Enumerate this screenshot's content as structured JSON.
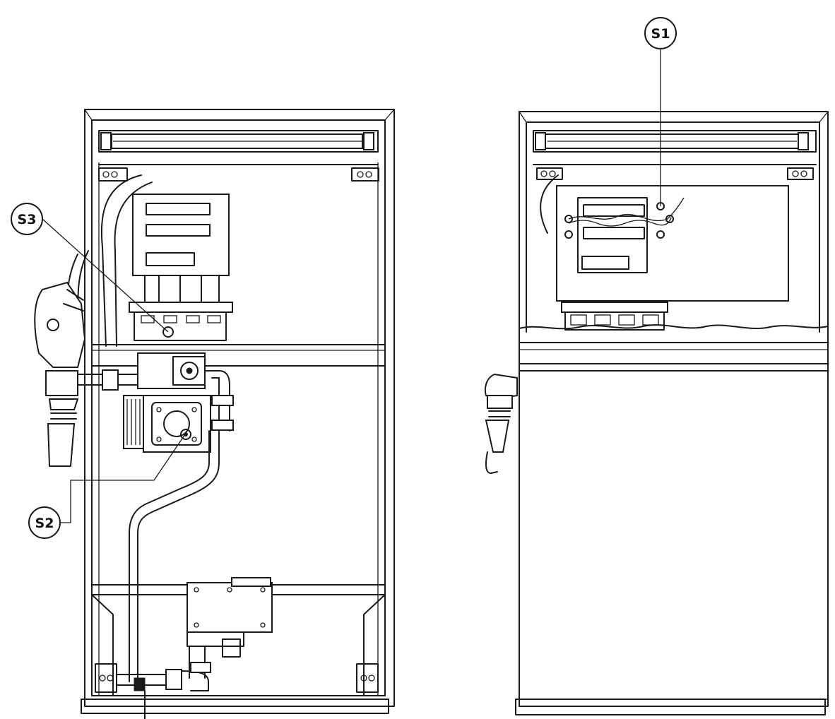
{
  "callouts": {
    "s1": "S1",
    "s2": "S2",
    "s3": "S3"
  }
}
